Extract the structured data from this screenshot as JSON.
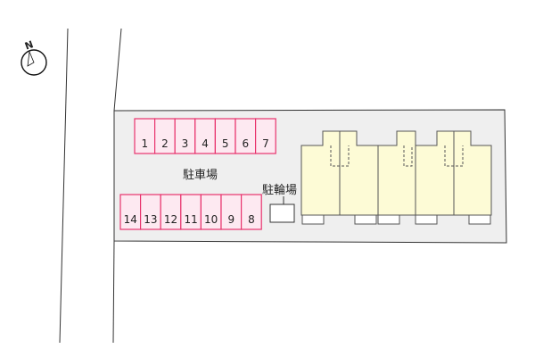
{
  "compass": {
    "north_label": "N",
    "icon": "compass-icon"
  },
  "parking": {
    "label": "駐車場",
    "top_row": [
      "1",
      "2",
      "3",
      "4",
      "5",
      "6",
      "7"
    ],
    "bottom_row": [
      "14",
      "13",
      "12",
      "11",
      "10",
      "9",
      "8"
    ],
    "space_color": "#e8336d",
    "space_fill": "#fde9f1"
  },
  "bicycle_parking": {
    "label": "駐輪場"
  },
  "building": {
    "fill": "#fdfbd6",
    "outline": "#555555"
  }
}
